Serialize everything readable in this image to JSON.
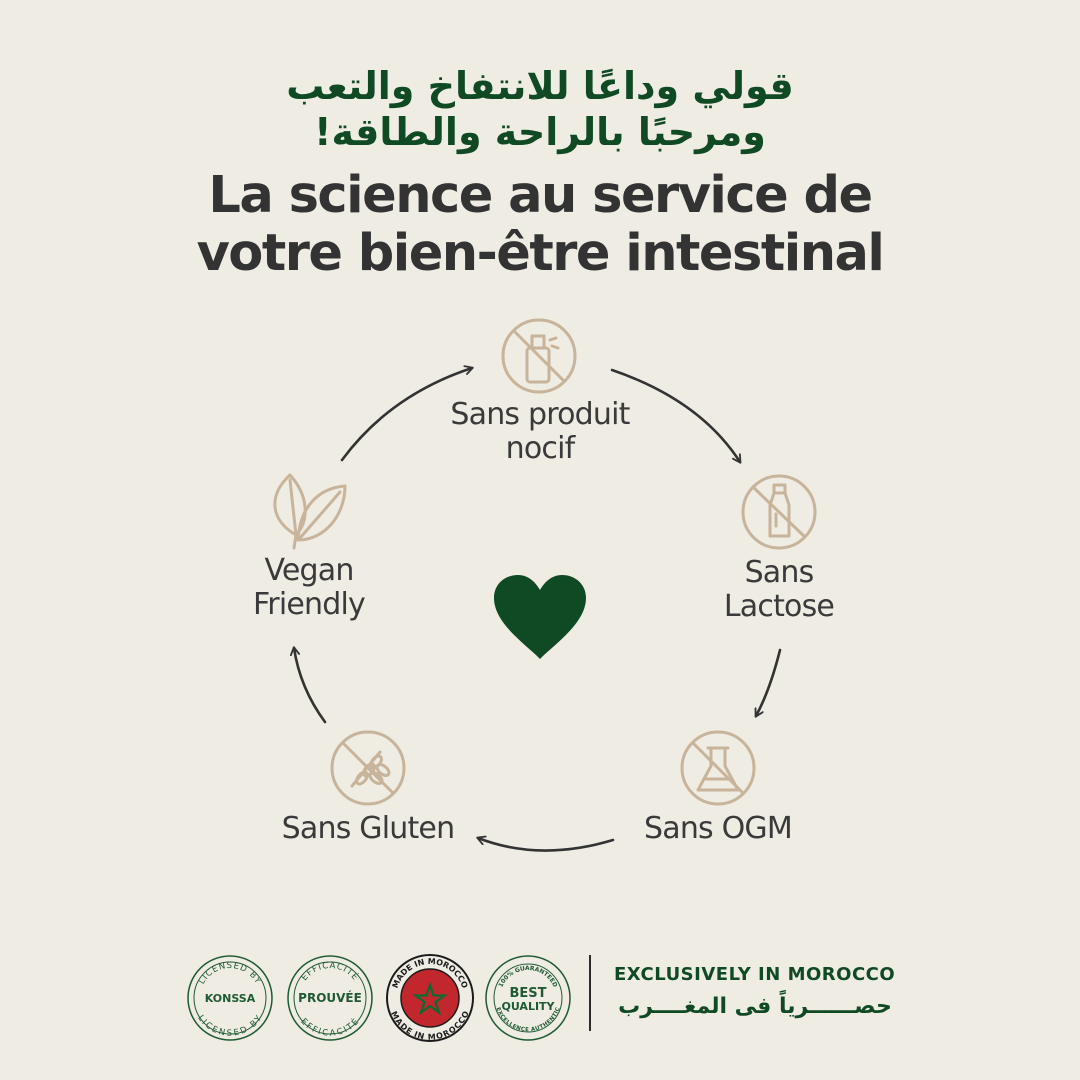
{
  "headline": {
    "arabic_line1": "قولي وداعًا للانتفاخ والتعب",
    "arabic_line2": "ومرحبًا بالراحة والطاقة!",
    "french_line1": "La science au service de",
    "french_line2": "votre bien-être intestinal"
  },
  "colors": {
    "background": "#efece3",
    "brand_green": "#0f4a24",
    "icon_beige": "#c7b49b",
    "text_dark": "#333333"
  },
  "features": [
    {
      "icon": "no-spray-bottle-icon",
      "line1": "Sans produit",
      "line2": "nocif"
    },
    {
      "icon": "no-milk-bottle-icon",
      "line1": "Sans",
      "line2": "Lactose"
    },
    {
      "icon": "no-gmo-flask-icon",
      "line1": "Sans OGM",
      "line2": ""
    },
    {
      "icon": "no-wheat-icon",
      "line1": "Sans Gluten",
      "line2": ""
    },
    {
      "icon": "leaf-icon",
      "line1": "Vegan",
      "line2": "Friendly"
    }
  ],
  "center_icon": "heart-icon",
  "badges": {
    "konssa": {
      "top_text": "LICENSED BY",
      "bottom_text": "LICENSED BY",
      "brand": "KONSSA"
    },
    "prouvee": {
      "top_text": "EFFICACITÉ",
      "bottom_text": "EFFICACITÉ",
      "center": "PROUVÉE"
    },
    "morocco": {
      "top_text": "MADE IN MOROCCO",
      "bottom_text": "MADE IN MOROCCO"
    },
    "quality": {
      "top_text": "100% GUARANTEED",
      "bottom_text": "EXCELLENCE AUTHENTIC",
      "line1": "BEST",
      "line2": "QUALITY"
    }
  },
  "exclusive": {
    "english": "EXCLUSIVELY IN MOROCCO",
    "arabic": "حصــــــرياً فى المغــــرب"
  }
}
